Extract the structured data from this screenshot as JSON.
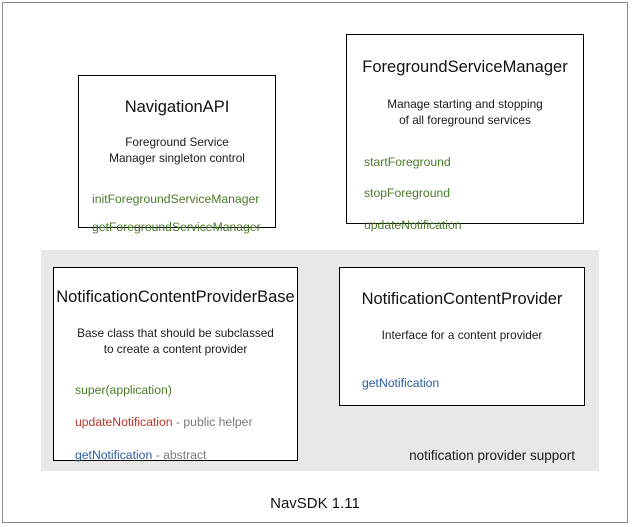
{
  "diagram": {
    "footer_label": "NavSDK 1.11",
    "group": {
      "caption": "notification provider support",
      "background_color": "#e8e8e8"
    },
    "colors": {
      "public_method": "#4a7b2a",
      "helper_method": "#b8352c",
      "abstract_method": "#2d5ba0",
      "annotation": "#7a7a7a",
      "box_border": "#000000",
      "frame_border": "#8c8c8c"
    },
    "boxes": {
      "navigation_api": {
        "title": "NavigationAPI",
        "description_line_1": "Foreground Service",
        "description_line_2": "Manager singleton control",
        "members": [
          {
            "name": "initForegroundServiceManager",
            "note": ""
          },
          {
            "name": "getForegroundServiceManager",
            "note": ""
          }
        ]
      },
      "foreground_service_manager": {
        "title": "ForegroundServiceManager",
        "description_line_1": "Manage starting and stopping",
        "description_line_2": "of all foreground services",
        "members": [
          {
            "name": "startForeground",
            "note": ""
          },
          {
            "name": "stopForeground",
            "note": ""
          },
          {
            "name": "updateNotification",
            "note": ""
          }
        ]
      },
      "notification_content_provider_base": {
        "title": "NotificationContentProviderBase",
        "description_line_1": "Base class that should be subclassed",
        "description_line_2": "to create a content provider",
        "members": [
          {
            "name": "super(application)",
            "note": ""
          },
          {
            "name": "updateNotification",
            "note": " - public helper"
          },
          {
            "name": "getNotification",
            "note": " - abstract"
          }
        ]
      },
      "notification_content_provider": {
        "title": "NotificationContentProvider",
        "description_line_1": "Interface for a content provider",
        "description_line_2": "",
        "members": [
          {
            "name": "getNotification",
            "note": ""
          }
        ]
      }
    }
  }
}
